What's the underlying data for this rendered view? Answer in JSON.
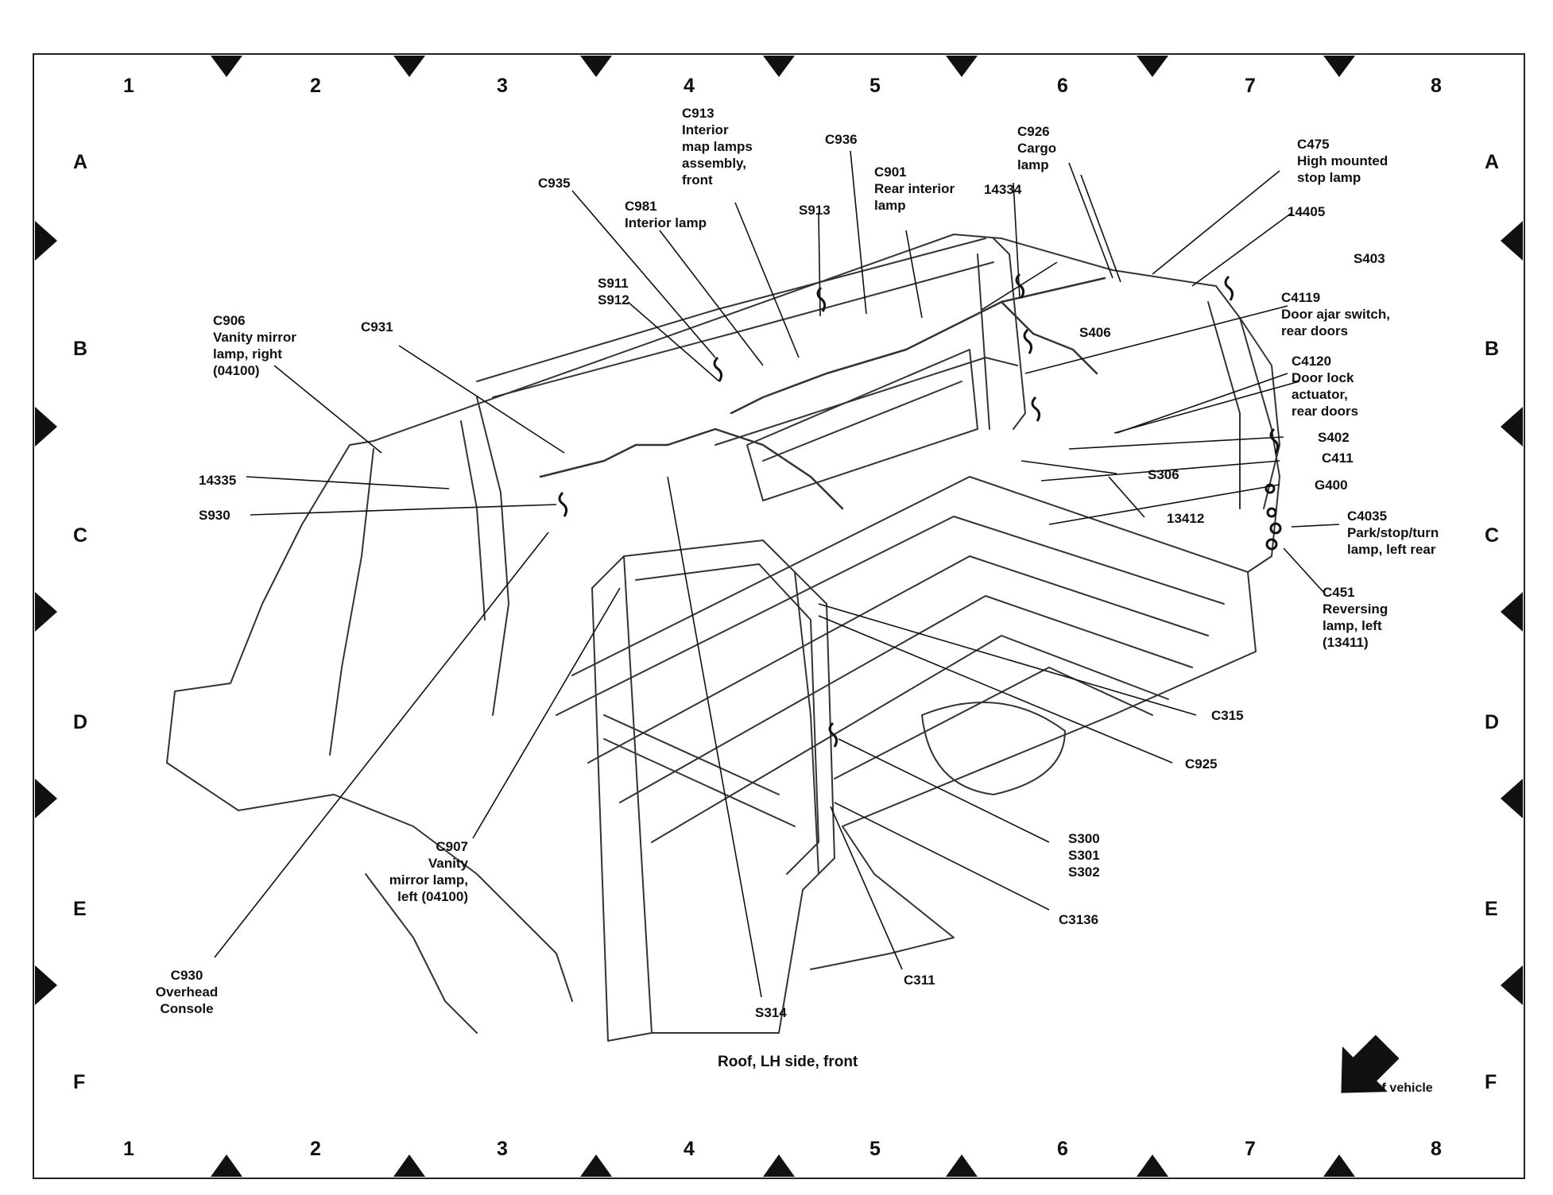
{
  "caption": "Roof, LH side, front",
  "front_label": "front of vehicle",
  "grid": {
    "columns": [
      "1",
      "2",
      "3",
      "4",
      "5",
      "6",
      "7",
      "8"
    ],
    "rows": [
      "A",
      "B",
      "C",
      "D",
      "E",
      "F"
    ]
  },
  "labels": {
    "c913": [
      "C913",
      "Interior",
      "map lamps",
      "assembly,",
      "front"
    ],
    "c936": [
      "C936"
    ],
    "c926": [
      "C926",
      "Cargo",
      "lamp"
    ],
    "c475": [
      "C475",
      "High mounted",
      "stop lamp"
    ],
    "c935": [
      "C935"
    ],
    "c901": [
      "C901",
      "Rear interior",
      "lamp"
    ],
    "n14334": [
      "14334"
    ],
    "c981": [
      "C981",
      "Interior lamp"
    ],
    "s913": [
      "S913"
    ],
    "n14405": [
      "14405"
    ],
    "s403": [
      "S403"
    ],
    "s911": [
      "S911",
      "S912"
    ],
    "c4119": [
      "C4119",
      "Door ajar switch,",
      "rear doors"
    ],
    "c906": [
      "C906",
      "Vanity mirror",
      "lamp, right",
      "(04100)"
    ],
    "c931": [
      "C931"
    ],
    "s406": [
      "S406"
    ],
    "c4120": [
      "C4120",
      "Door lock",
      "actuator,",
      "rear doors"
    ],
    "s402": [
      "S402"
    ],
    "c411": [
      "C411"
    ],
    "n14335": [
      "14335"
    ],
    "s306": [
      "S306"
    ],
    "g400": [
      "G400"
    ],
    "s930": [
      "S930"
    ],
    "n13412": [
      "13412"
    ],
    "c4035": [
      "C4035",
      "Park/stop/turn",
      "lamp, left rear"
    ],
    "c451": [
      "C451",
      "Reversing",
      "lamp, left",
      "(13411)"
    ],
    "c315": [
      "C315"
    ],
    "c925": [
      "C925"
    ],
    "c907": [
      "C907",
      "Vanity",
      "mirror lamp,",
      "left (04100)"
    ],
    "s300": [
      "S300",
      "S301",
      "S302"
    ],
    "c3136": [
      "C3136"
    ],
    "c930": [
      "C930",
      "Overhead",
      "Console"
    ],
    "c311": [
      "C311"
    ],
    "s314": [
      "S314"
    ]
  }
}
